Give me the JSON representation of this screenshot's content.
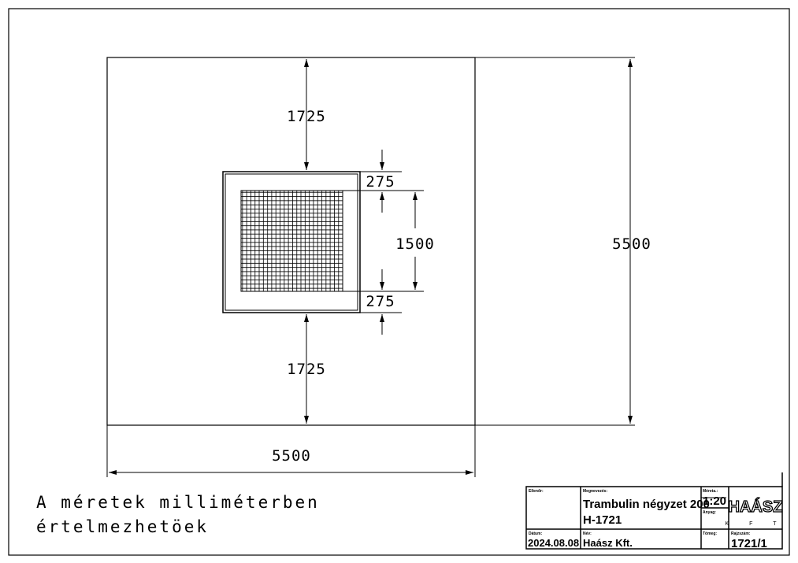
{
  "dimensions": {
    "top_gap": "1725",
    "bottom_gap": "1725",
    "frame_top": "275",
    "frame_bottom": "275",
    "inner": "1500",
    "total_height": "5500",
    "total_width": "5500"
  },
  "note": {
    "line1": "A méretek milliméterben",
    "line2": "értelmezhetöek"
  },
  "title_block": {
    "checker_label": "Ellenőr:",
    "name_label": "Megnevezés:",
    "name_line1": "Trambulin négyzet 200",
    "name_line2": "H-1721",
    "scale_label": "Méreta.:",
    "scale": "1:20",
    "material_label": "Anyag:",
    "date_label": "Dátum:",
    "date": "2024.08.08",
    "author_label": "Név:",
    "author": "Haász Kft.",
    "mass_label": "Tömeg:",
    "drawing_no_label": "Rajzszám:",
    "drawing_no": "1721/1",
    "logo": "HAÁSZ",
    "logo_sub": "K F T"
  }
}
